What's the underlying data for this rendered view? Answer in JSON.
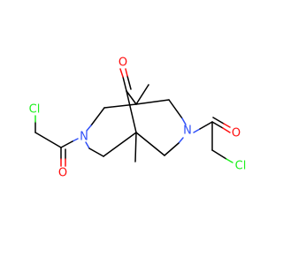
{
  "colors": {
    "background": "#ffffff",
    "carbon_bond": "#000000",
    "oxygen": "#ff0d0d",
    "nitrogen": "#3050f8",
    "chlorine": "#1ff01f"
  },
  "atoms": {
    "o_ketone": {
      "symbol": "O",
      "element": "oxygen"
    },
    "n_left": {
      "symbol": "N",
      "element": "nitrogen"
    },
    "n_right": {
      "symbol": "N",
      "element": "nitrogen"
    },
    "o_left": {
      "symbol": "O",
      "element": "oxygen"
    },
    "o_right": {
      "symbol": "O",
      "element": "oxygen"
    },
    "cl_left": {
      "symbol": "Cl",
      "element": "chlorine"
    },
    "cl_right": {
      "symbol": "Cl",
      "element": "chlorine"
    }
  }
}
